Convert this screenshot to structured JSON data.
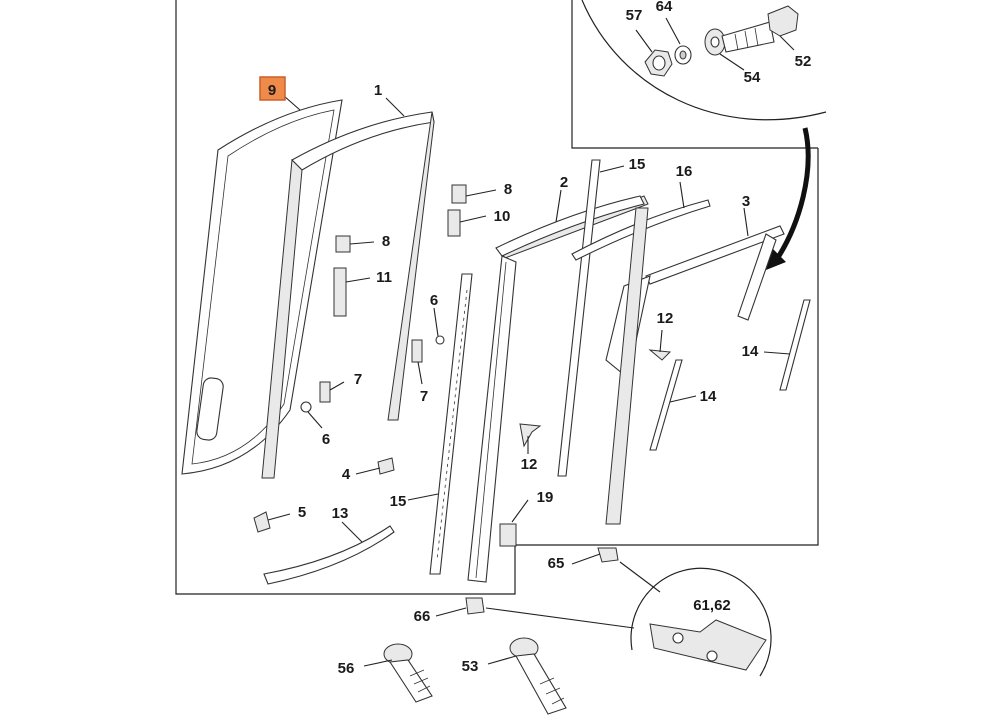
{
  "diagram": {
    "labels": {
      "p9": "9",
      "p1": "1",
      "p2": "2",
      "p3": "3",
      "p4": "4",
      "p5": "5",
      "p6a": "6",
      "p6b": "6",
      "p7a": "7",
      "p7b": "7",
      "p8a": "8",
      "p8b": "8",
      "p10": "10",
      "p11": "11",
      "p12a": "12",
      "p12b": "12",
      "p13": "13",
      "p14a": "14",
      "p14b": "14",
      "p15a": "15",
      "p15b": "15",
      "p16": "16",
      "p19": "19",
      "p52": "52",
      "p53": "53",
      "p54": "54",
      "p56": "56",
      "p57": "57",
      "p64": "64",
      "p65": "65",
      "p66": "66",
      "p6162": "61,62"
    },
    "highlight_color": "#f08a4b",
    "highlight_border": "#c8612a",
    "line_color": "#222222"
  }
}
